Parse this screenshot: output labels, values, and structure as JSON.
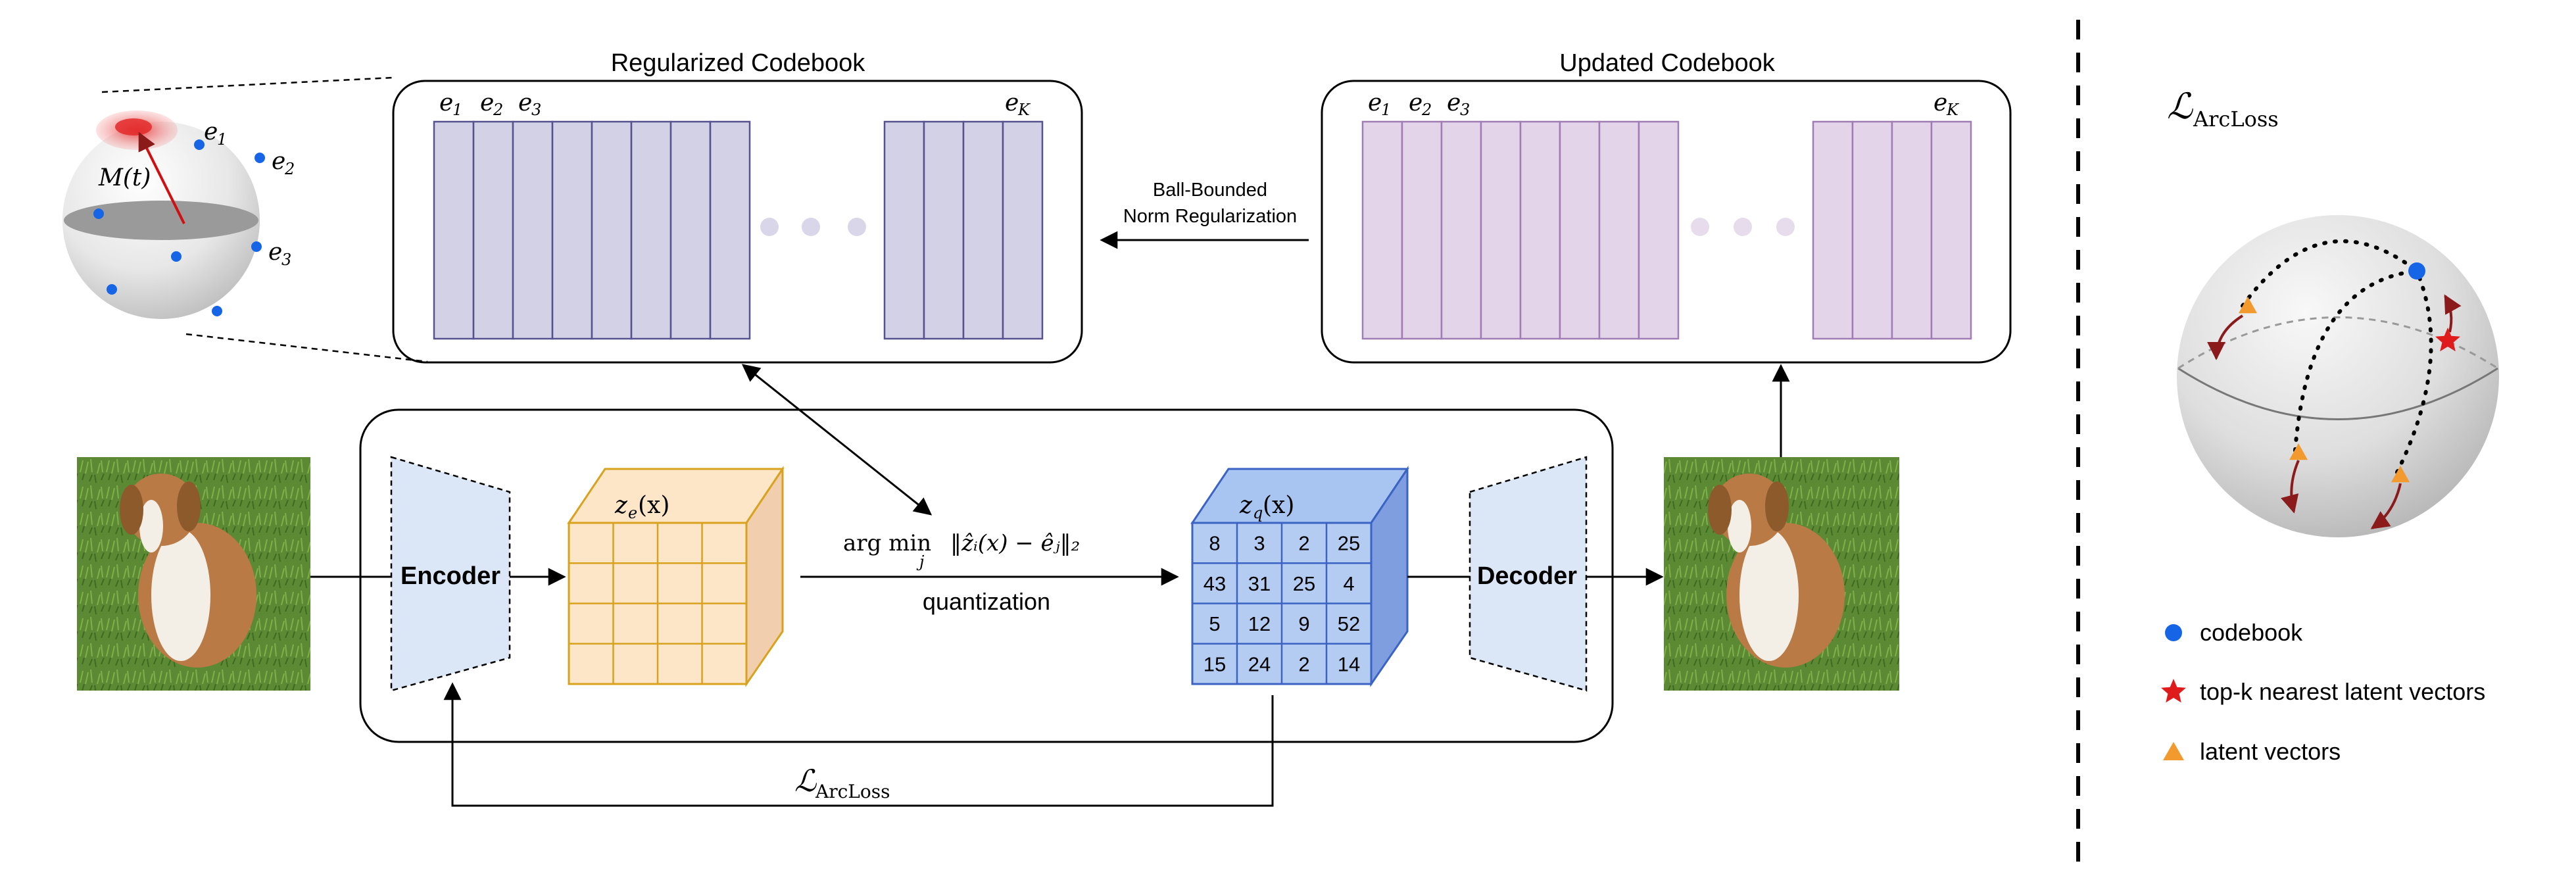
{
  "codebook_left": {
    "title": "Regularized Codebook",
    "labels": {
      "e1": "e",
      "e1_sub": "1",
      "e2": "e",
      "e2_sub": "2",
      "e3": "e",
      "e3_sub": "3",
      "eK": "e",
      "eK_sub": "K"
    },
    "fill_color": "#d2d1e6",
    "line_color": "#56528f"
  },
  "codebook_right": {
    "title": "Updated Codebook",
    "labels": {
      "e1": "e",
      "e1_sub": "1",
      "e2": "e",
      "e2_sub": "2",
      "e3": "e",
      "e3_sub": "3",
      "eK": "e",
      "eK_sub": "K"
    },
    "fill_color": "#e4d4ea",
    "line_color": "#a07cb4"
  },
  "regularization": {
    "line1": "Ball-Bounded",
    "line2": "Norm Regularization"
  },
  "sphere_inset": {
    "m_label": "M(t)",
    "points": [
      {
        "name": "e",
        "sub": "1"
      },
      {
        "name": "e",
        "sub": "2"
      },
      {
        "name": "e",
        "sub": "3"
      }
    ]
  },
  "encoder": {
    "label": "Encoder",
    "fill_color": "#dbe7f7"
  },
  "decoder": {
    "label": "Decoder",
    "fill_color": "#dbe7f7"
  },
  "ze": {
    "label_main": "z",
    "label_sub": "e",
    "label_arg": "(x)",
    "fill_color": "#fde5c8",
    "line_color": "#d9a21e"
  },
  "zq": {
    "label_main": "z",
    "label_sub": "q",
    "label_arg": "(x)",
    "fill_color": "#a8c4f0",
    "grid": [
      [
        "8",
        "3",
        "2",
        "25"
      ],
      [
        "43",
        "31",
        "25",
        "4"
      ],
      [
        "5",
        "12",
        "9",
        "52"
      ],
      [
        "15",
        "24",
        "2",
        "14"
      ]
    ]
  },
  "quantization": {
    "formula_prefix": "arg min",
    "formula_under": "j",
    "formula_body": "‖ẑᵢ(x) − êⱼ‖₂",
    "caption": "quantization"
  },
  "loss_bottom": {
    "main": "ℒ",
    "sub": "ArcLoss"
  },
  "right_panel": {
    "loss_main": "ℒ",
    "loss_sub": "ArcLoss",
    "legend": [
      {
        "label": "codebook",
        "marker": "circle",
        "color": "#1565e6"
      },
      {
        "label": "top-k nearest latent vectors",
        "marker": "star",
        "color": "#e01b1b"
      },
      {
        "label": "latent vectors",
        "marker": "triangle",
        "color": "#f29a2e"
      }
    ]
  },
  "images": {
    "input": "puppy-input-image",
    "output": "puppy-output-image"
  }
}
